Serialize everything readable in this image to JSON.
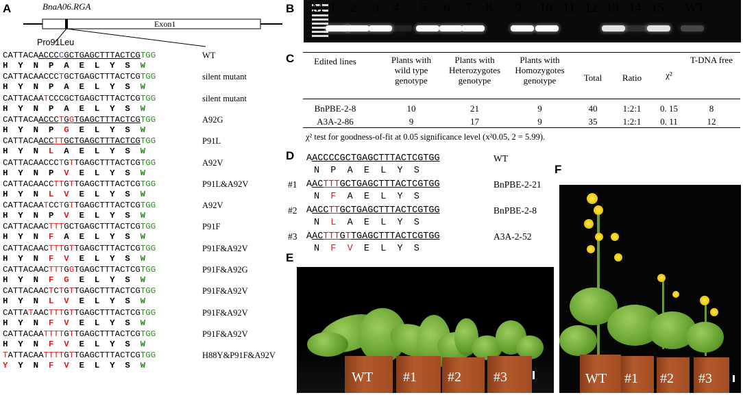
{
  "panels": {
    "A": "A",
    "B": "B",
    "C": "C",
    "D": "D",
    "E": "E",
    "F": "F"
  },
  "panelA": {
    "gene_name": "BnaA06.RGA",
    "exon_label": "Exon1",
    "mutation_label": "Pro91Leu",
    "rows": [
      {
        "seq": "CATTACAACCCCGCTGAGCTTTACTCGTGG",
        "aa": "H Y N P A E L Y S W",
        "label": "WT"
      },
      {
        "seq": "CATTACAACCCTGCTGAGCTTTACTCGTGG",
        "aa": "H Y N P A E L Y S W",
        "label": "silent mutant"
      },
      {
        "seq": "CATTACAATCCCGCTGAGCTTTACTCGTGG",
        "aa": "H Y N P A E L Y S W",
        "label": "silent mutant"
      },
      {
        "seq": "CATTACAACCCTGGTGAGCTTTACTCGTGG",
        "aa": "H Y N P G E L Y S W",
        "label": "A92G"
      },
      {
        "seq": "CATTACAACCTTGCTGAGCTTTACTCGTGG",
        "aa": "H Y N L A E L Y S W",
        "label": "P91L"
      },
      {
        "seq": "CATTACAACCCTGTTGAGCTTTACTCGTGG",
        "aa": "H Y N P V E L Y S W",
        "label": "A92V"
      },
      {
        "seq": "CATTACAACCTTGTTGAGCTTTACTCGTGG",
        "aa": "H Y N L V E L Y S W",
        "label": "P91L&A92V"
      },
      {
        "seq": "CATTACAATCCTGTTGAGCTTTACTCGTGG",
        "aa": "H Y N P V E L Y S W",
        "label": "A92V"
      },
      {
        "seq": "CATTACAACTTTGCTGAGCTTTACTCGTGG",
        "aa": "H Y N F A E L Y S W",
        "label": "P91F"
      },
      {
        "seq": "CATTACAACTTTGTTGAGCTTTACTCGTGG",
        "aa": "H Y N F V E L Y S W",
        "label": "P91F&A92V"
      },
      {
        "seq": "CATTACAACTTTGGTGAGCTTTACTCGTGG",
        "aa": "H Y N F G E L Y S W",
        "label": "P91F&A92G"
      },
      {
        "seq": "CATTACAACTCTGTTGAGCTTTACTCGTGG",
        "aa": "H Y N L V E L Y S W",
        "label": "P91F&A92V"
      },
      {
        "seq": "CATTATAACTTTGTTGAGCTTTACTCGTGG",
        "aa": "H Y N F V E L Y S W",
        "label": "P91F&A92V"
      },
      {
        "seq": "CATTACAATTTTGTTGAGCTTTACTCGTGG",
        "aa": "H Y N F V E L Y S W",
        "label": "P91F&A92V"
      },
      {
        "seq": "TATTACAATTTTGTTGAGCTTTACTCGTGG",
        "aa": "Y Y N F V E L Y S W",
        "label": "H88Y&P91F&A92V"
      }
    ]
  },
  "panelB": {
    "lanes": [
      "M",
      "1",
      "2",
      "3",
      "4",
      "5",
      "6",
      "7",
      "8",
      "9",
      "10",
      "11",
      "12",
      "13",
      "14",
      "15",
      "WT"
    ],
    "band_strength": [
      0,
      1,
      1,
      1,
      0.1,
      1,
      1,
      1,
      0,
      1,
      1,
      0,
      0,
      0.9,
      0.15,
      0.9,
      0.25
    ]
  },
  "panelC": {
    "headers": [
      "Edited lines",
      "Plants with wild type genotype",
      "Plants with Heterozygotes genotype",
      "Plants with Homozygotes genotype",
      "Total",
      "Ratio",
      "χ²",
      "T-DNA free"
    ],
    "rows": [
      [
        "BnPBE-2-8",
        "10",
        "21",
        "9",
        "40",
        "1:2:1",
        "0. 15",
        "8"
      ],
      [
        "A3A-2-86",
        "9",
        "17",
        "9",
        "35",
        "1:2:1",
        "0. 11",
        "12"
      ]
    ],
    "footnote": "χ² test for goodness-of-fit at 0.05 significance level (x²0.05, 2 = 5.99)."
  },
  "panelD": {
    "rows": [
      {
        "id": "",
        "seq": "AACCCCGCTGAGCTTTACTCGTGG",
        "aa": "N P A E L Y S",
        "name": "WT"
      },
      {
        "id": "#1",
        "seq": "AACTTTGCTGAGCTTTACTCGTGG",
        "aa": "N F A E L Y S",
        "name": "BnPBE-2-21"
      },
      {
        "id": "#2",
        "seq": "AACCTTGCTGAGCTTTACTCGTGG",
        "aa": "N L A E L Y S",
        "name": "BnPBE-2-8"
      },
      {
        "id": "#3",
        "seq": "AACTTTGTTGAGCTTTACTCGTGG",
        "aa": "N F V E L Y S",
        "name": "A3A-2-52"
      }
    ]
  },
  "panelE": {
    "pots": [
      "WT",
      "#1",
      "#2",
      "#3"
    ]
  },
  "panelF": {
    "pots": [
      "WT",
      "#1",
      "#2",
      "#3"
    ]
  },
  "colors": {
    "mutation": "#e0191b",
    "pam": "#2a8c1d",
    "blue": "#2258c9"
  }
}
